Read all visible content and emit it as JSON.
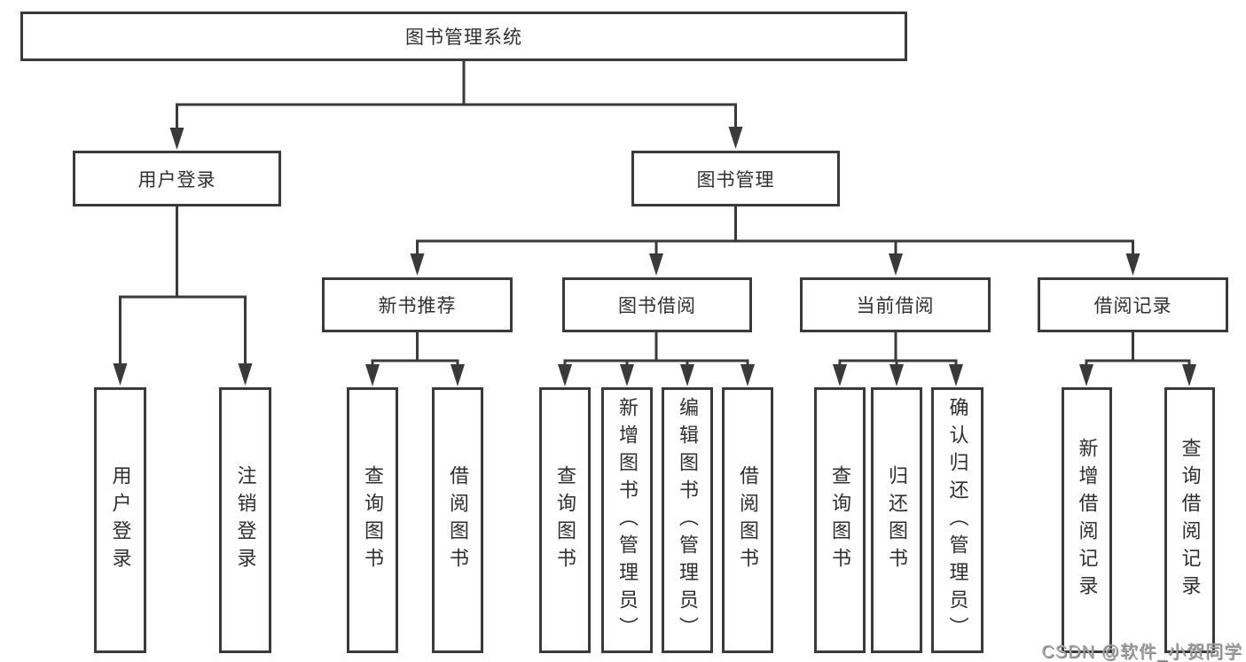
{
  "tree": {
    "label": "图书管理系统",
    "children": [
      {
        "label": "用户登录",
        "children": [
          {
            "label": "用户登录"
          },
          {
            "label": "注销登录"
          }
        ]
      },
      {
        "label": "图书管理",
        "children": [
          {
            "label": "新书推荐",
            "children": [
              {
                "label": "查询图书"
              },
              {
                "label": "借阅图书"
              }
            ]
          },
          {
            "label": "图书借阅",
            "children": [
              {
                "label": "查询图书"
              },
              {
                "label": "新增图书（管理员）"
              },
              {
                "label": "编辑图书（管理员）"
              },
              {
                "label": "借阅图书"
              }
            ]
          },
          {
            "label": "当前借阅",
            "children": [
              {
                "label": "查询图书"
              },
              {
                "label": "归还图书"
              },
              {
                "label": "确认归还（管理员）"
              }
            ]
          },
          {
            "label": "借阅记录",
            "children": [
              {
                "label": "新增借阅记录"
              },
              {
                "label": "查询借阅记录"
              }
            ]
          }
        ]
      }
    ]
  },
  "watermark": "CSDN @软件_小贺同学",
  "colors": {
    "line": "#3a3a3a",
    "text": "#2f2f2f",
    "background": "#ffffff",
    "watermark": "#a3a3a3"
  }
}
